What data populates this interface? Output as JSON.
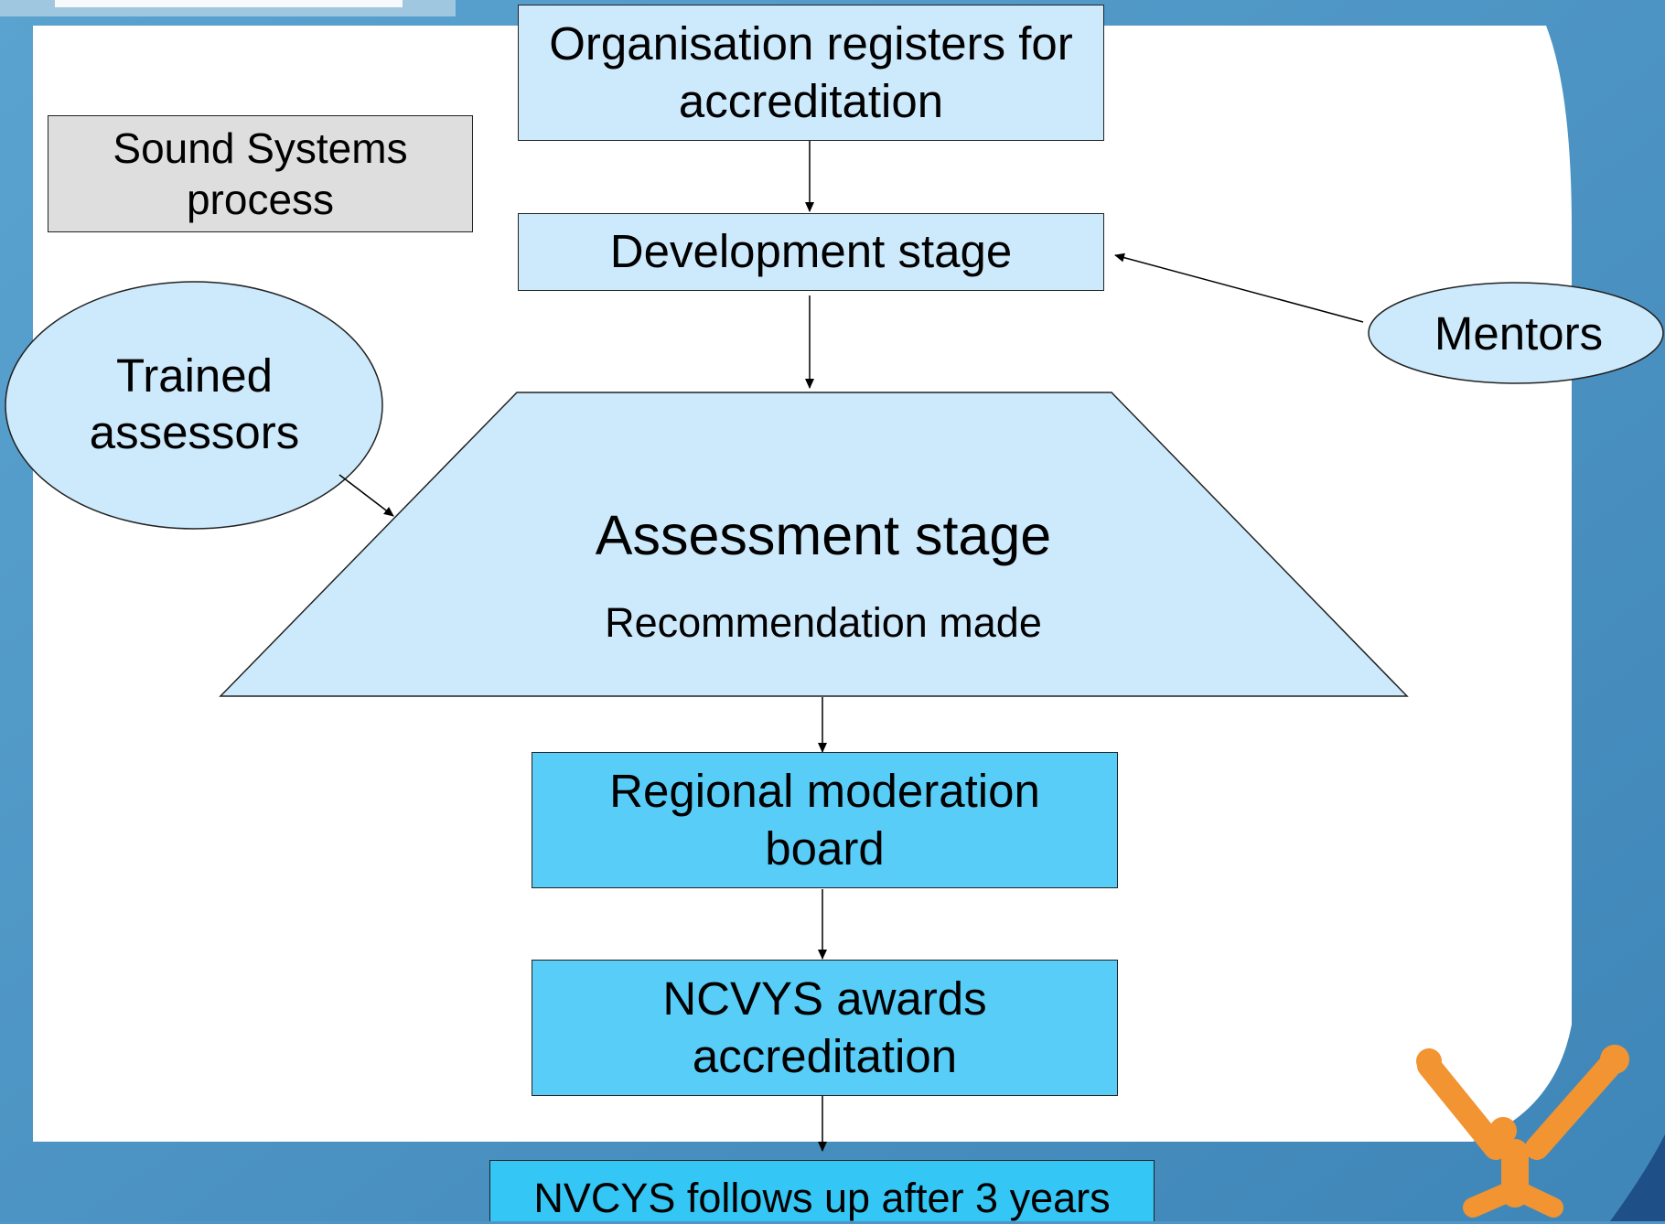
{
  "title_box": {
    "line1": "Sound Systems",
    "line2": "process"
  },
  "steps": {
    "register": {
      "line1": "Organisation registers for",
      "line2": "accreditation"
    },
    "development": "Development stage",
    "assessment": {
      "title": "Assessment stage",
      "subtitle": "Recommendation made"
    },
    "moderation": {
      "line1": "Regional moderation",
      "line2": "board"
    },
    "awards": {
      "line1": "NCVYS awards",
      "line2": "accreditation"
    },
    "followup": "NVCYS follows up after 3 years"
  },
  "actors": {
    "assessors": {
      "line1": "Trained",
      "line2": "assessors"
    },
    "mentors": "Mentors"
  },
  "colors": {
    "background": "#4f96c4",
    "panel": "#ffffff",
    "light_box": "#cdeafc",
    "bright_box": "#58cdf7",
    "followup_box": "#34c6f4",
    "title_box": "#dedede",
    "logo": "#f29431"
  },
  "icons": {
    "logo": "figure-logo-icon",
    "header_mark": "header-logo-icon"
  }
}
